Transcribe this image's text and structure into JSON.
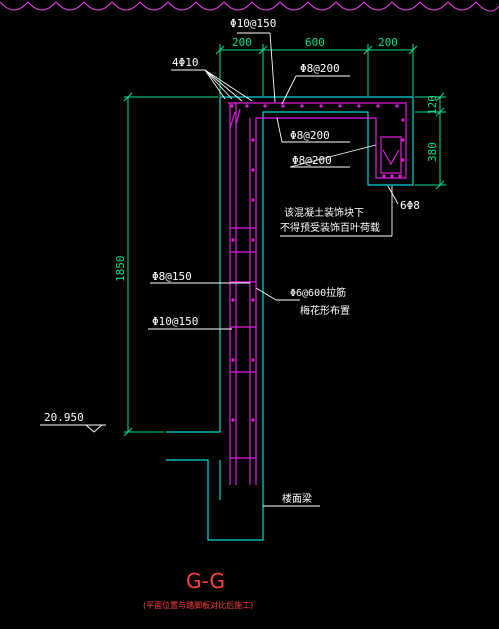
{
  "title": "G-G",
  "subtitle": "(平面位置与踏脚板对比后施工)",
  "colors": {
    "background": "#000000",
    "concrete_outline": "#00d8d8",
    "rebar": "#e020e0",
    "dimension": "#00e08a",
    "leader": "#ffffff",
    "title": "#ff4040",
    "border_arcs": "#e040e0"
  },
  "top_dimensions": [
    "200",
    "600",
    "200"
  ],
  "right_dimensions": [
    "120",
    "380"
  ],
  "left_dimension": "1850",
  "elevation": "20.950",
  "labels": {
    "top_rebar": "Φ10@150",
    "corner_bars": "4Φ10",
    "top_slab_bar": "Φ8@200",
    "upper_stirrup": "Φ8@200",
    "lower_stirrup": "Φ8@200",
    "bottom_bars": "6Φ8",
    "note_line1": "该混凝土装饰块下",
    "note_line2": "不得预受装饰百叶荷载",
    "wall_horizontal": "Φ8@150",
    "tie_bar": "Φ6@600拉筋",
    "tie_layout": "梅花形布置",
    "wall_vertical": "Φ10@150",
    "beam": "楼面梁"
  }
}
